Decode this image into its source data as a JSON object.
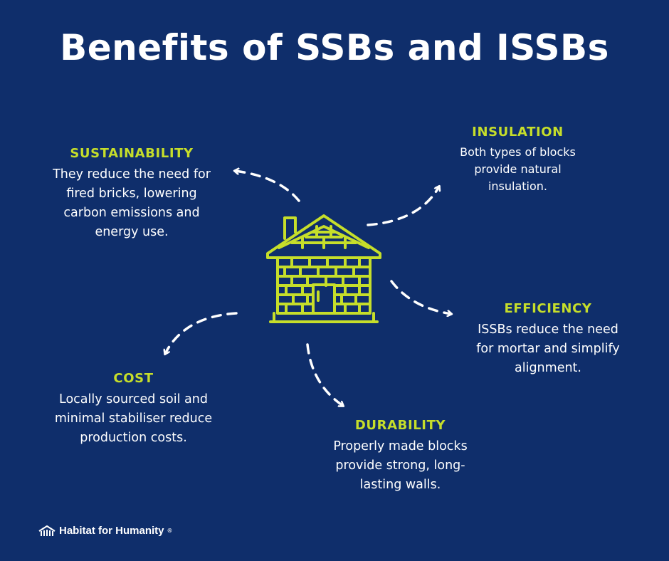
{
  "title": "Benefits of SSBs and ISSBs",
  "colors": {
    "background": "#0f2e6b",
    "accent": "#c6de2a",
    "text": "#ffffff"
  },
  "benefits": {
    "sustainability": {
      "heading": "SUSTAINABILITY",
      "lines": [
        "They reduce the need for",
        "fired bricks, lowering",
        "carbon emissions and",
        "energy use."
      ]
    },
    "insulation": {
      "heading": "INSULATION",
      "lines": [
        "Both types of blocks",
        "provide natural",
        "insulation."
      ]
    },
    "efficiency": {
      "heading": "EFFICIENCY",
      "lines": [
        "ISSBs reduce the need",
        "for mortar and simplify",
        "alignment."
      ]
    },
    "cost": {
      "heading": "COST",
      "lines": [
        "Locally sourced soil and",
        "minimal stabiliser reduce",
        "production costs."
      ]
    },
    "durability": {
      "heading": "DURABILITY",
      "lines": [
        "Properly made blocks",
        "provide strong, long-",
        "lasting walls."
      ]
    }
  },
  "center_icon": "brick-house-icon",
  "logo": {
    "icon": "habitat-logo-icon",
    "text": "Habitat for Humanity",
    "mark": "®"
  }
}
